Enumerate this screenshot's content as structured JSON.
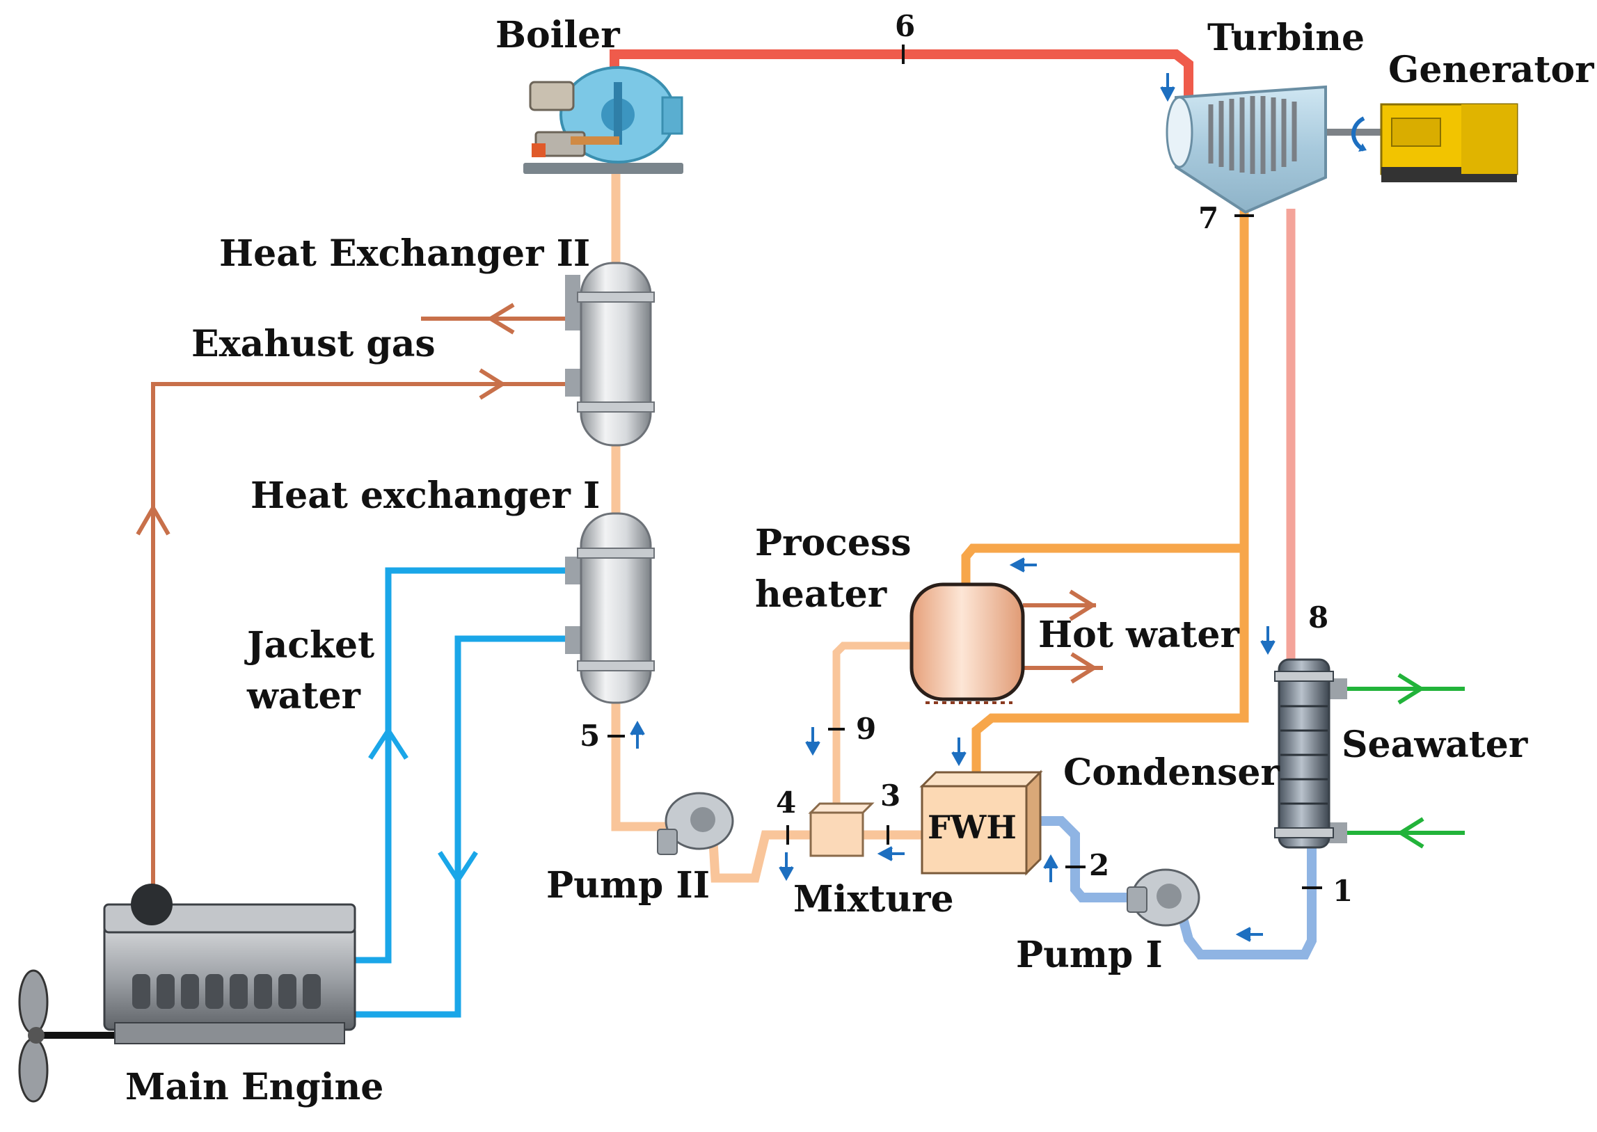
{
  "labels": {
    "boiler": "Boiler",
    "turbine": "Turbine",
    "generator": "Generator",
    "heat_exchanger_2": "Heat Exchanger II",
    "exhaust_gas": "Exahust gas",
    "heat_exchanger_1": "Heat exchanger I",
    "process_heater_line1": "Process",
    "process_heater_line2": "heater",
    "hot_water": "Hot water",
    "jacket_water_line1": "Jacket",
    "jacket_water_line2": "water",
    "seawater": "Seawater",
    "condenser": "Condenser",
    "fwh": "FWH",
    "mixture": "Mixture",
    "pump_2": "Pump II",
    "pump_1": "Pump I",
    "main_engine": "Main Engine"
  },
  "state_points": {
    "p1": "1",
    "p2": "2",
    "p3": "3",
    "p4": "4",
    "p5": "5",
    "p6": "6",
    "p7": "7",
    "p8": "8",
    "p9": "9"
  },
  "colors": {
    "steam": "#ef5b4b",
    "extraction": "#f7a64a",
    "feedwater": "#f9c59a",
    "condensate": "#8fb4e3",
    "jacket_water": "#1aa6e8",
    "exhaust": "#c8704a",
    "seawater": "#22b33a",
    "flow_arrow": "#1d6fc0"
  }
}
